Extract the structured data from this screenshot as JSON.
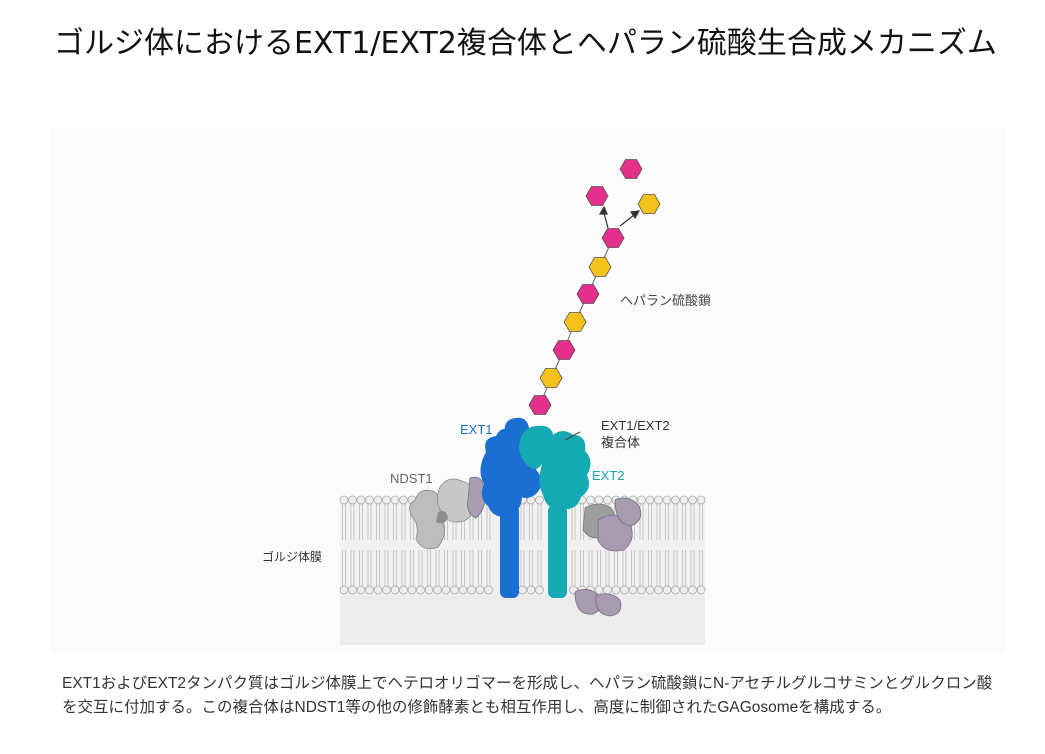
{
  "title": "ゴルジ体におけるEXT1/EXT2複合体とヘパラン硫酸生合成メカニズム",
  "figure": {
    "labels": {
      "chain": "ヘパラン硫酸鎖",
      "ext1": "EXT1",
      "complex_line1": "EXT1/EXT2",
      "complex_line2": "複合体",
      "ext2": "EXT2",
      "ndst1": "NDST1",
      "membrane": "ゴルジ体膜"
    },
    "colors": {
      "ext1": "#1a6fd0",
      "ext2": "#14a9b3",
      "glcnac": "#e4308a",
      "glca": "#f5c21c",
      "ndst1": "#b9b9b9",
      "other": "#a79bb0"
    }
  },
  "caption": "EXT1およびEXT2タンパク質はゴルジ体膜上でヘテロオリゴマーを形成し、ヘパラン硫酸鎖にN-アセチルグルコサミンとグルクロン酸を交互に付加する。この複合体はNDST1等の他の修飾酵素とも相互作用し、高度に制御されたGAGosomeを構成する。"
}
